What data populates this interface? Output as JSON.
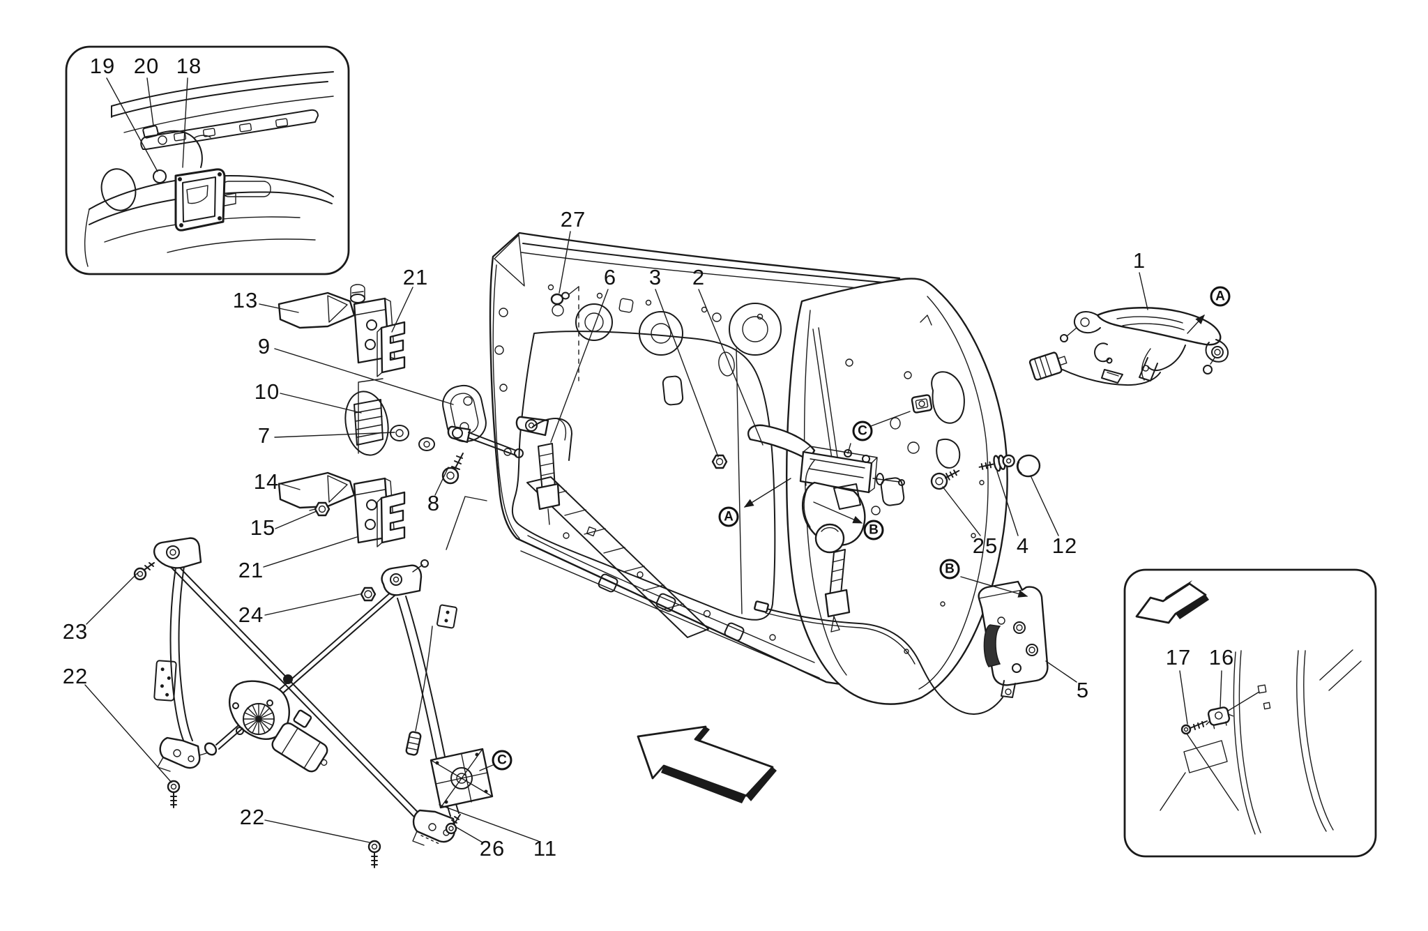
{
  "callouts": {
    "n1": "1",
    "n2": "2",
    "n3": "3",
    "n4": "4",
    "n5": "5",
    "n6": "6",
    "n7": "7",
    "n8": "8",
    "n9": "9",
    "n10": "10",
    "n11": "11",
    "n12": "12",
    "n13": "13",
    "n14": "14",
    "n15": "15",
    "n16": "16",
    "n17": "17",
    "n18": "18",
    "n19": "19",
    "n20": "20",
    "n21a": "21",
    "n21b": "21",
    "n22a": "22",
    "n22b": "22",
    "n23": "23",
    "n24": "24",
    "n25": "25",
    "n26": "26",
    "n27": "27"
  },
  "badges": {
    "a_handle": "A",
    "a_door": "A",
    "b_door": "B",
    "b_lock": "B",
    "c_door": "C",
    "c_regulator": "C"
  },
  "colors": {
    "line_color": "#1a1a1a",
    "background": "#ffffff"
  }
}
